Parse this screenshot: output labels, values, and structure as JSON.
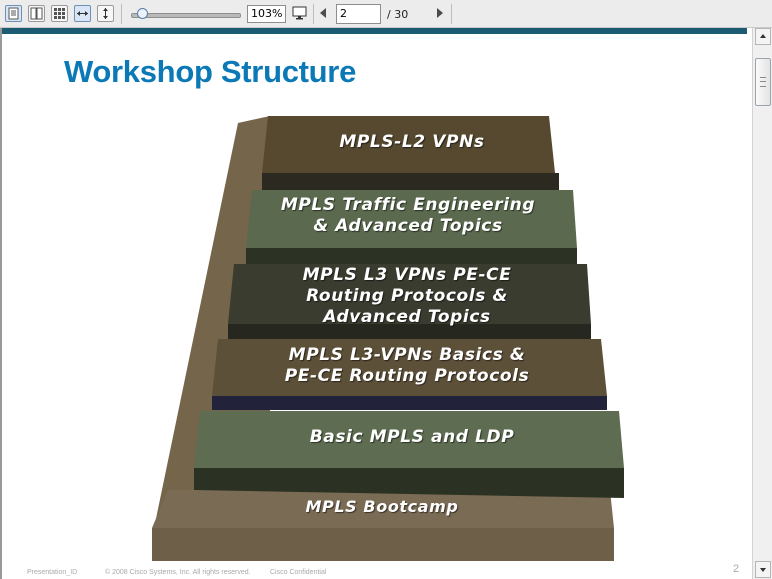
{
  "toolbar": {
    "buttons": [
      {
        "name": "single-page-view",
        "icon": "single-page-icon"
      },
      {
        "name": "two-page-view",
        "icon": "two-page-icon"
      },
      {
        "name": "thumbnail-grid-view",
        "icon": "grid-icon"
      },
      {
        "name": "fit-width",
        "icon": "fit-width-icon"
      },
      {
        "name": "fit-height",
        "icon": "fit-height-icon"
      }
    ],
    "zoom_slider_level": 0.1,
    "zoom_value": "103%",
    "fullscreen_icon": "monitor-icon",
    "page_number": "2",
    "page_total": "/ 30"
  },
  "slide": {
    "title": "Workshop Structure",
    "accent_color": "#0c79b7",
    "topbar_color": "#1b5c73",
    "blocks": [
      {
        "label": "MPLS-L2 VPNs",
        "color": "#56492f"
      },
      {
        "label": "MPLS Traffic Engineering\n& Advanced Topics",
        "color": "#5b6a4f"
      },
      {
        "label": "MPLS L3 VPNs PE-CE\nRouting Protocols &\nAdvanced Topics",
        "color": "#3a3c30"
      },
      {
        "label": "MPLS L3-VPNs Basics &\nPE-CE Routing Protocols",
        "color": "#5d5039"
      },
      {
        "label": "Basic MPLS and LDP",
        "color": "#5e6d51"
      },
      {
        "label": "MPLS Bootcamp",
        "color": "#7a6b54"
      }
    ],
    "footer": {
      "presentation_id": "Presentation_ID",
      "copyright": "© 2008 Cisco Systems, Inc. All rights reserved.",
      "confidential": "Cisco Confidential",
      "page": "2"
    }
  }
}
